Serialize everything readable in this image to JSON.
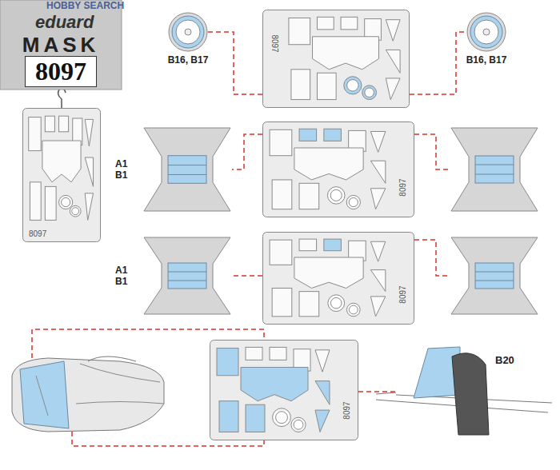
{
  "diagram": {
    "nodes": [
      {
        "text": [
          "MASK",
          "8097"
        ]
      },
      {
        "text": [
          "B16, B17"
        ]
      },
      {
        "text": [
          "8097"
        ]
      },
      {
        "text": [
          "B16, B17"
        ]
      },
      {
        "text": [
          "8097"
        ]
      },
      {
        "text": [
          "A1 B1"
        ]
      },
      {
        "text": [
          "8097"
        ]
      },
      {
        "text": [
          "A1 B1"
        ]
      },
      {
        "text": [
          "8097"
        ]
      },
      {
        "text": [
          "8097"
        ]
      },
      {
        "text": [
          "B20"
        ]
      }
    ],
    "edges": [
      {
        "from": 2,
        "to": 1,
        "arrow": "none"
      },
      {
        "from": 2,
        "to": 3,
        "arrow": "none"
      },
      {
        "from": 6,
        "to": 5,
        "arrow": "none"
      },
      {
        "from": 8,
        "to": 7,
        "arrow": "none"
      },
      {
        "from": 9,
        "to": 10,
        "arrow": "none"
      }
    ],
    "labels": [
      "HOBBY SEARCH",
      "eduard"
    ]
  }
}
